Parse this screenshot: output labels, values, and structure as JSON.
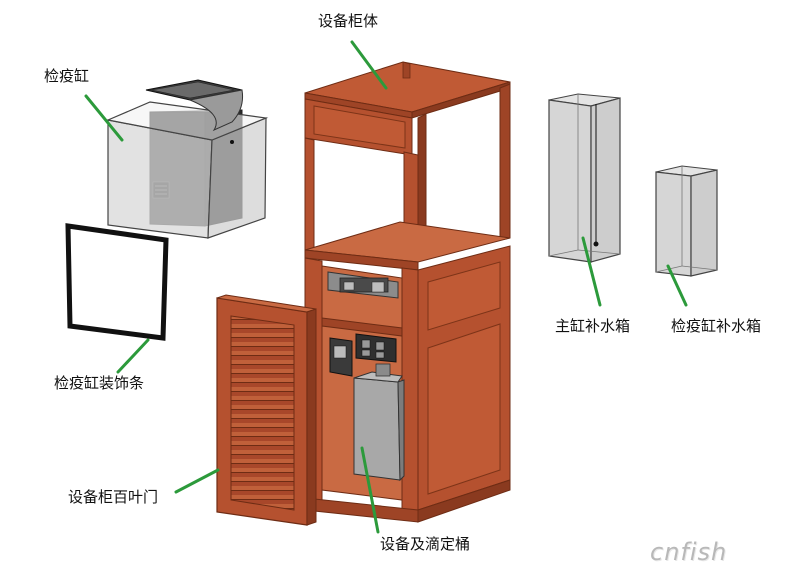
{
  "labels": {
    "cabinet_body": "设备柜体",
    "quarantine_tank": "检疫缸",
    "quarantine_trim": "检疫缸装饰条",
    "louver_door": "设备柜百叶门",
    "equipment_bucket": "设备及滴定桶",
    "main_topoff": "主缸补水箱",
    "quarantine_topoff": "检疫缸补水箱"
  },
  "watermark": "cnfish",
  "colors": {
    "wood": "#b5512f",
    "wood_dark": "#8a3a1f",
    "wood_light": "#c96a43",
    "leader": "#2c9a3b",
    "glass": "#d9d9d9",
    "tank_dark": "#2f2f2f"
  }
}
